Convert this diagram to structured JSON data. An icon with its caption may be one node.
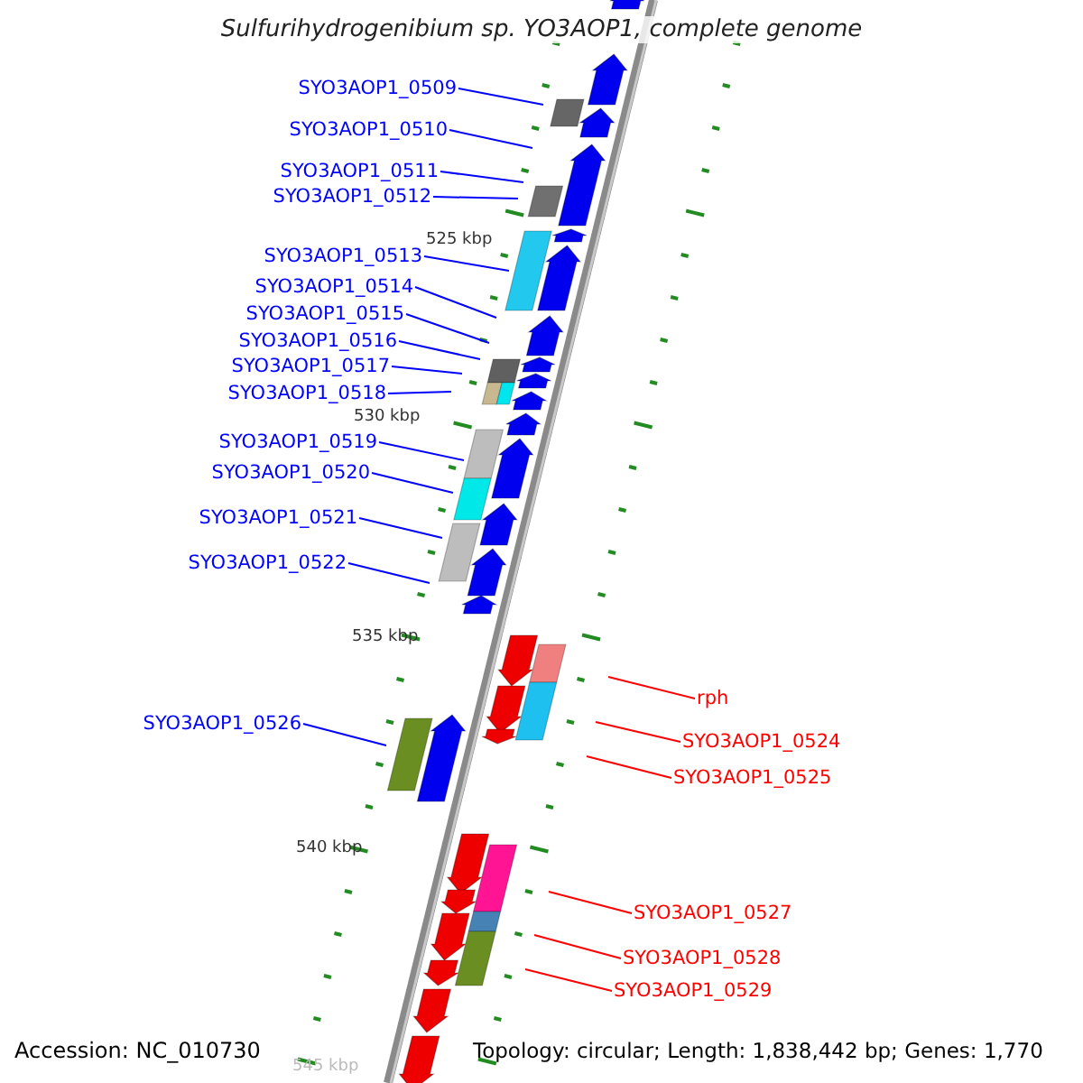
{
  "diagram": {
    "title": "Sulfurihydrogenibium sp. YO3AOP1, complete genome",
    "nodes": [
      {
        "text": [
          "SYO3AOP1_0509"
        ]
      },
      {
        "text": [
          "SYO3AOP1_0510"
        ]
      },
      {
        "text": [
          "SYO3AOP1_0511"
        ]
      },
      {
        "text": [
          "SYO3AOP1_0512"
        ]
      },
      {
        "text": [
          "SYO3AOP1_0513"
        ]
      },
      {
        "text": [
          "SYO3AOP1_0514"
        ]
      },
      {
        "text": [
          "SYO3AOP1_0515"
        ]
      },
      {
        "text": [
          "SYO3AOP1_0516"
        ]
      },
      {
        "text": [
          "SYO3AOP1_0517"
        ]
      },
      {
        "text": [
          "SYO3AOP1_0518"
        ]
      },
      {
        "text": [
          "SYO3AOP1_0519"
        ]
      },
      {
        "text": [
          "SYO3AOP1_0520"
        ]
      },
      {
        "text": [
          "SYO3AOP1_0521"
        ]
      },
      {
        "text": [
          "SYO3AOP1_0522"
        ]
      },
      {
        "text": [
          "SYO3AOP1_0526"
        ]
      },
      {
        "text": [
          "rph"
        ]
      },
      {
        "text": [
          "SYO3AOP1_0524"
        ]
      },
      {
        "text": [
          "SYO3AOP1_0525"
        ]
      },
      {
        "text": [
          "SYO3AOP1_0527"
        ]
      },
      {
        "text": [
          "SYO3AOP1_0528"
        ]
      },
      {
        "text": [
          "SYO3AOP1_0529"
        ]
      }
    ],
    "edges": [
      {
        "from": 0,
        "to": null,
        "arrow": "none"
      },
      {
        "from": 1,
        "to": null,
        "arrow": "none"
      },
      {
        "from": 2,
        "to": null,
        "arrow": "none"
      },
      {
        "from": 3,
        "to": null,
        "arrow": "none"
      },
      {
        "from": 4,
        "to": null,
        "arrow": "none"
      },
      {
        "from": 5,
        "to": null,
        "arrow": "none"
      },
      {
        "from": 6,
        "to": null,
        "arrow": "none"
      },
      {
        "from": 7,
        "to": null,
        "arrow": "none"
      },
      {
        "from": 8,
        "to": null,
        "arrow": "none"
      },
      {
        "from": 9,
        "to": null,
        "arrow": "none"
      },
      {
        "from": 10,
        "to": null,
        "arrow": "none"
      },
      {
        "from": 11,
        "to": null,
        "arrow": "none"
      },
      {
        "from": 12,
        "to": null,
        "arrow": "none"
      },
      {
        "from": 13,
        "to": null,
        "arrow": "none"
      },
      {
        "from": 14,
        "to": null,
        "arrow": "none"
      },
      {
        "from": 15,
        "to": null,
        "arrow": "none",
        "color": "#ff0000"
      },
      {
        "from": 16,
        "to": null,
        "arrow": "none",
        "color": "#ff0000"
      },
      {
        "from": 17,
        "to": null,
        "arrow": "none",
        "color": "#ff0000"
      },
      {
        "from": 18,
        "to": null,
        "arrow": "none",
        "color": "#ff0000"
      },
      {
        "from": 19,
        "to": null,
        "arrow": "none",
        "color": "#ff0000"
      },
      {
        "from": 20,
        "to": null,
        "arrow": "none",
        "color": "#ff0000"
      }
    ],
    "labels": [
      "525 kbp",
      "530 kbp",
      "535 kbp",
      "540 kbp",
      "Accession: NC_010730",
      "545 kbp",
      "Topology: circular; Length: 1,838,442 bp; Genes: 1,770"
    ]
  }
}
